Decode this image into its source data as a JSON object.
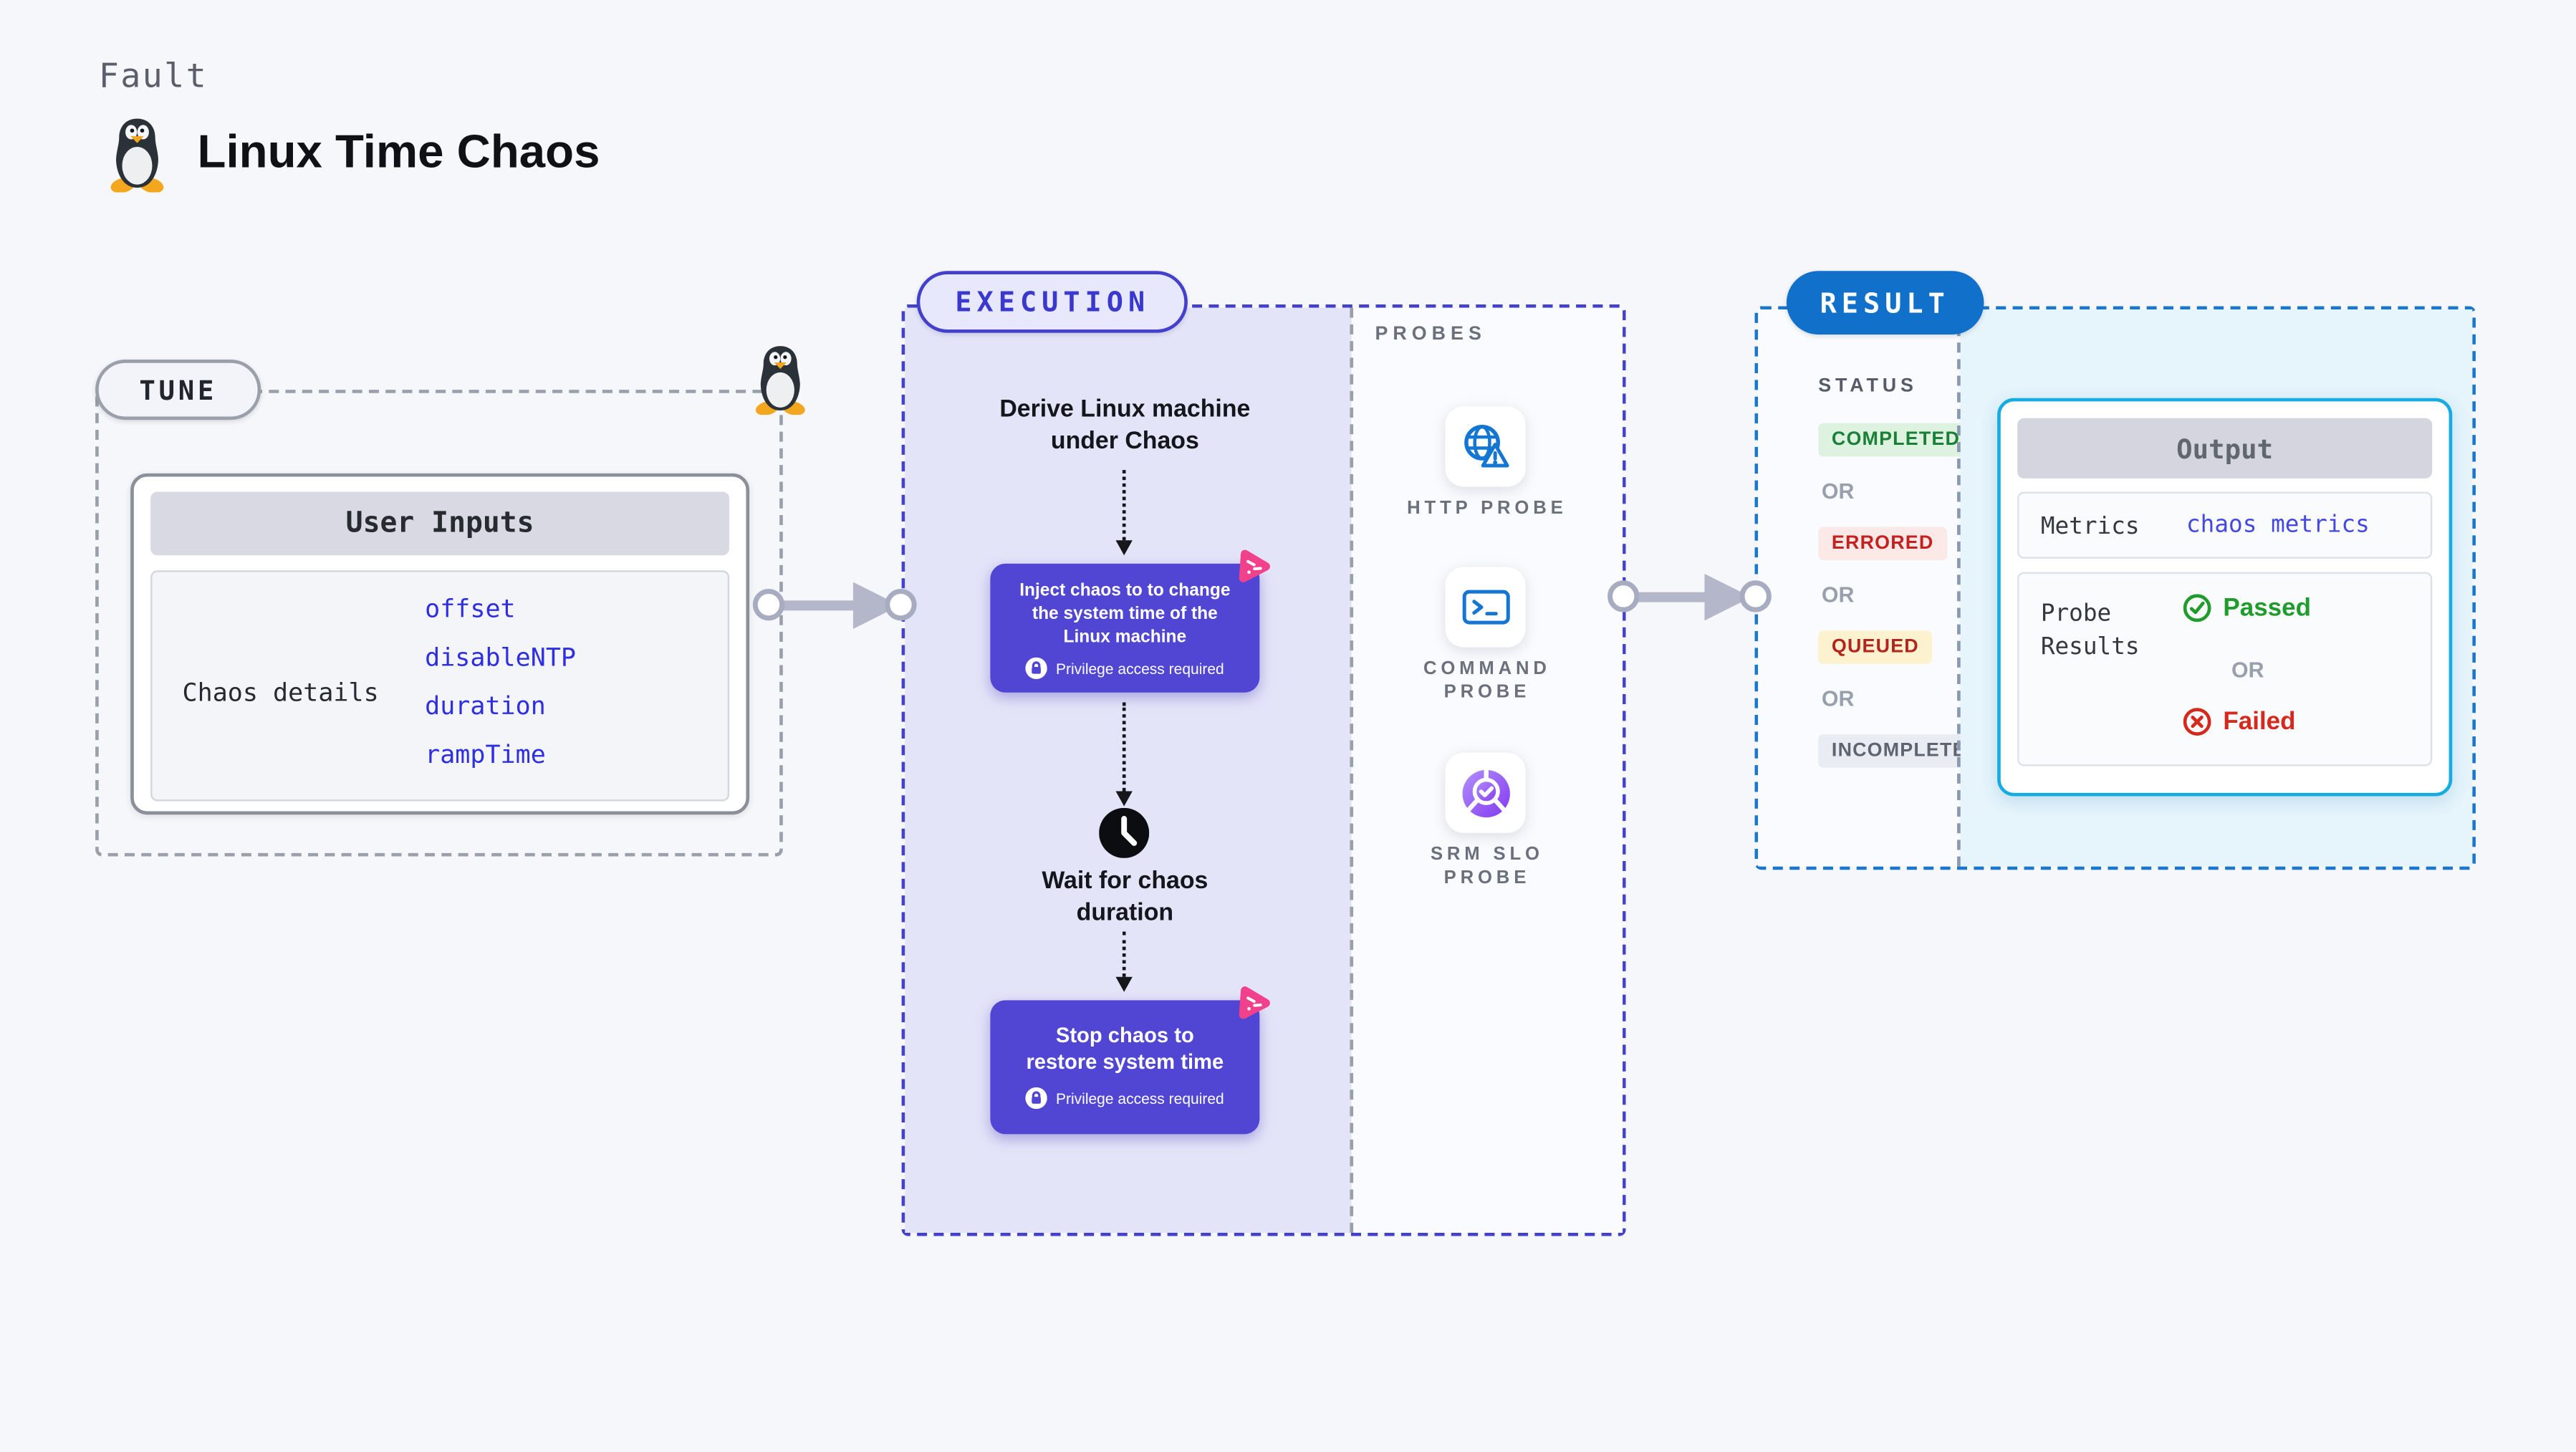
{
  "header": {
    "kind_label": "Fault",
    "title": "Linux Time Chaos",
    "title_icon": "tux-penguin"
  },
  "tune": {
    "label": "TUNE",
    "corner_icon": "tux-penguin",
    "card": {
      "title": "User Inputs",
      "row_label": "Chaos details",
      "params": [
        "offset",
        "disableNTP",
        "duration",
        "rampTime"
      ]
    }
  },
  "execution": {
    "label": "EXECUTION",
    "derive_step": {
      "lines": [
        "Derive Linux machine",
        "under Chaos"
      ]
    },
    "inject_step": {
      "lines": [
        "Inject chaos to to change",
        "the system time of the",
        "Linux machine"
      ],
      "note": "Privilege access required"
    },
    "wait_step": {
      "lines": [
        "Wait for chaos",
        "duration"
      ]
    },
    "stop_step": {
      "lines": [
        "Stop chaos to",
        "restore system time"
      ],
      "note": "Privilege access required"
    }
  },
  "probes": {
    "label": "PROBES",
    "items": [
      {
        "icon": "globe-alert",
        "name_lines": [
          "HTTP PROBE"
        ]
      },
      {
        "icon": "terminal",
        "name_lines": [
          "COMMAND",
          "PROBE"
        ]
      },
      {
        "icon": "slo-donut-check",
        "name_lines": [
          "SRM SLO",
          "PROBE"
        ]
      }
    ]
  },
  "result": {
    "label": "RESULT",
    "status_label": "STATUS",
    "or_label": "OR",
    "statuses": [
      {
        "label": "COMPLETED",
        "fg": "#1a7f37",
        "bg": "#def3df"
      },
      {
        "label": "ERRORED",
        "fg": "#c5221f",
        "bg": "#fbe9e7"
      },
      {
        "label": "QUEUED",
        "fg": "#b3251c",
        "bg": "#fcf2cf"
      },
      {
        "label": "INCOMPLETED",
        "fg": "#5f6470",
        "bg": "#eaecf3"
      }
    ],
    "output": {
      "title": "Output",
      "metrics_label": "Metrics",
      "metrics_value": "chaos metrics",
      "probe_results_label_lines": [
        "Probe",
        "Results"
      ],
      "passed_label": "Passed",
      "or_label": "OR",
      "failed_label": "Failed"
    }
  },
  "colors": {
    "page_bg": "#f6f7fa",
    "tune_border": "#99a0aa",
    "execution_accent": "#4340cd",
    "execution_fill": "#e4e4f8",
    "chaos_step_bg": "#5146d3",
    "chaos_logo_pink": "#f2418c",
    "probe_icon_blue": "#1476d2",
    "slo_purple_from": "#b091fb",
    "slo_purple_to": "#8438f0",
    "result_accent": "#1b77cc",
    "result_pill_bg": "#1170c9",
    "result_fill": "#e6f4fb",
    "output_border": "#16ace2",
    "link_blue": "#2e2ee2",
    "passed_green": "#1f9c2b",
    "failed_red": "#d6291d"
  }
}
